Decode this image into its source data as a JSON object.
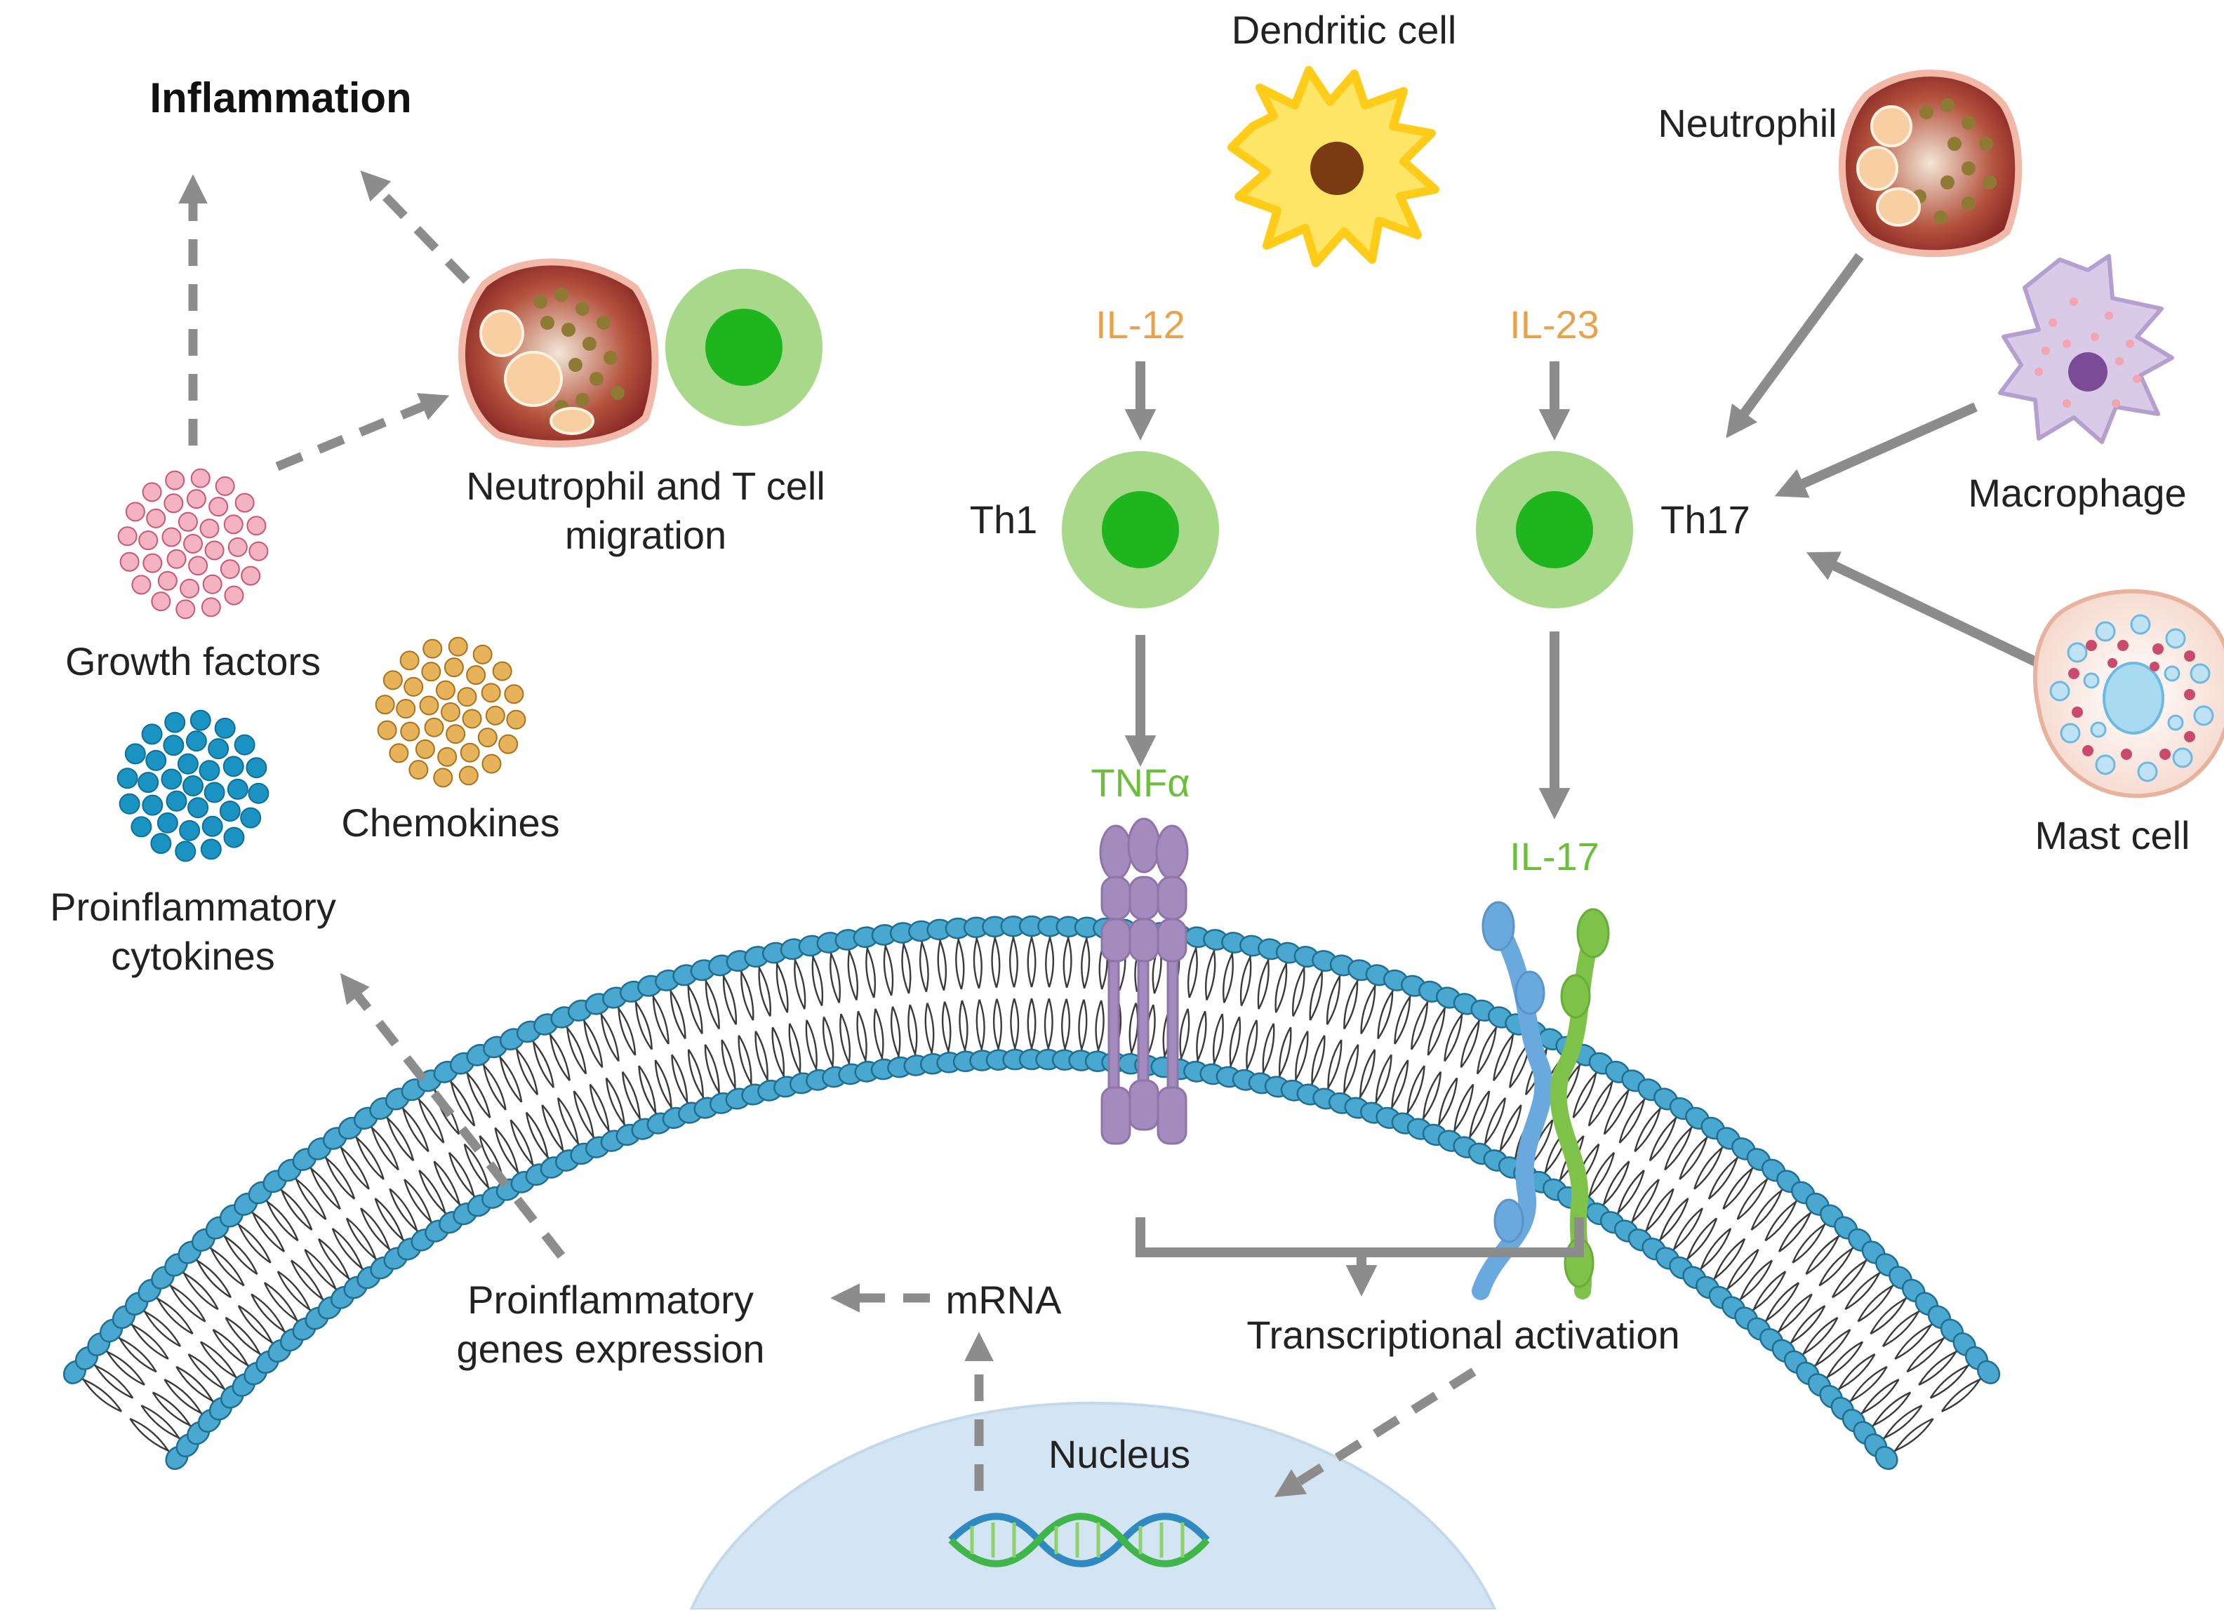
{
  "labels": {
    "inflammation": "Inflammation",
    "migration_line1": "Neutrophil and T cell",
    "migration_line2": "migration",
    "growth_factors": "Growth factors",
    "chemokines": "Chemokines",
    "proinflammatory_cytokines_line1": "Proinflammatory",
    "proinflammatory_cytokines_line2": "cytokines",
    "dendritic_cell": "Dendritic cell",
    "il12": "IL-12",
    "il23": "IL-23",
    "th1": "Th1",
    "th17": "Th17",
    "tnf": "TNFα",
    "il17": "IL-17",
    "neutrophil": "Neutrophil",
    "macrophage": "Macrophage",
    "mast_cell": "Mast cell",
    "proinflammatory_genes_line1": "Proinflammatory",
    "proinflammatory_genes_line2": "genes expression",
    "mrna": "mRNA",
    "transcriptional_activation": "Transcriptional activation",
    "nucleus": "Nucleus"
  },
  "colors": {
    "arrow_grey": "#8c8c8c",
    "membrane_head": "#4aa7cf",
    "tcell_outer": "#a8d98a",
    "tcell_inner": "#1fb51f",
    "il_orange": "#e9a24a",
    "il_green": "#6cbf3a",
    "tnf_receptor": "#a48bbd",
    "il17_receptor_blue": "#6aa9dd",
    "il17_receptor_green": "#7ec24a",
    "nucleus_fill": "#d3e5f2",
    "growth_factor_dots": "#e07a94",
    "chemokine_dots": "#d29a3a",
    "cytokine_dots": "#1a93c2"
  }
}
